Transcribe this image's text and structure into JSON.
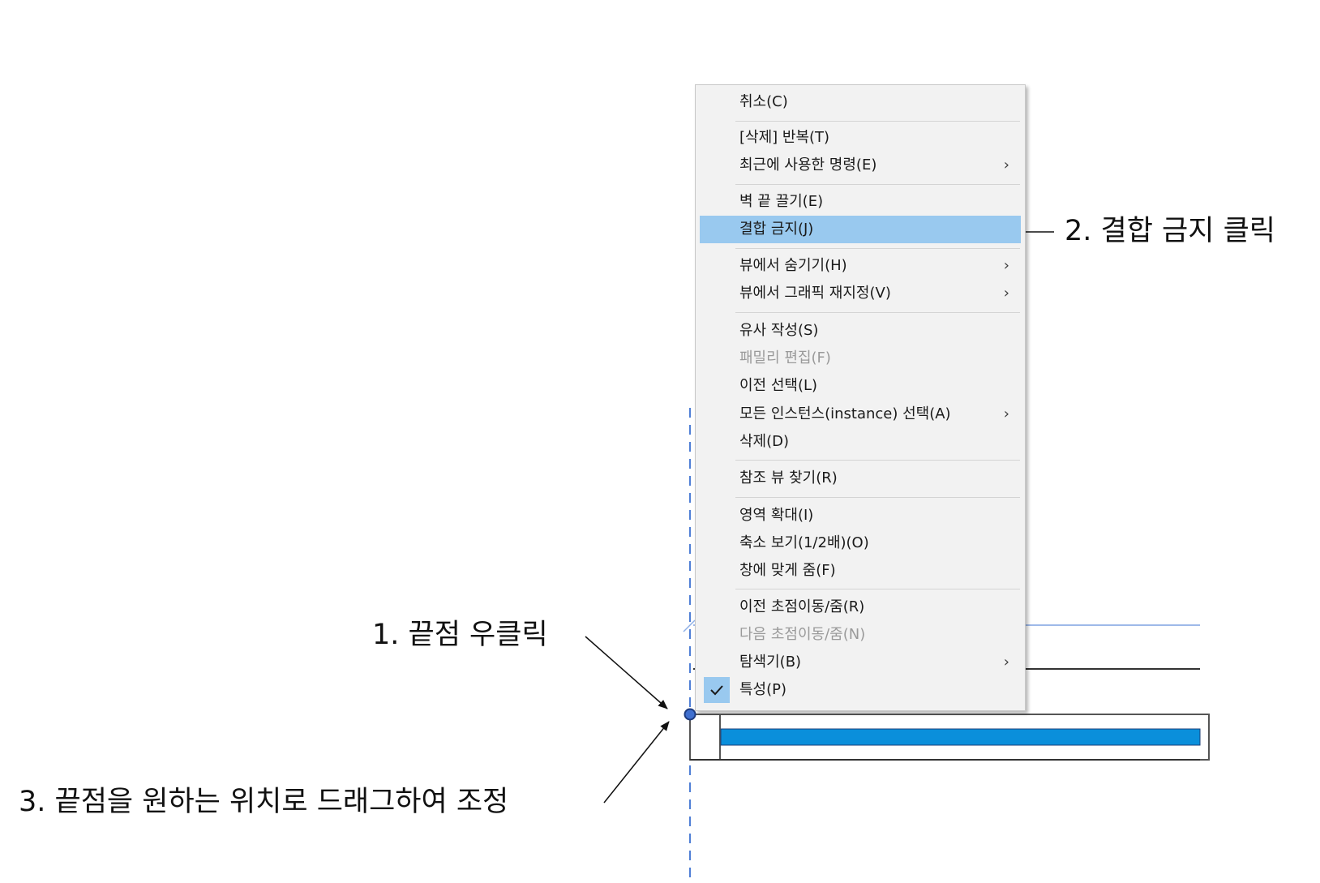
{
  "context_menu": {
    "items": [
      {
        "label": "취소(C)",
        "submenu": false,
        "disabled": false
      },
      {
        "label": "[삭제] 반복(T)",
        "submenu": false,
        "disabled": false
      },
      {
        "label": "최근에 사용한 명령(E)",
        "submenu": true,
        "disabled": false
      },
      {
        "label": "벽 끝 끌기(E)",
        "submenu": false,
        "disabled": false
      },
      {
        "label": "결합 금지(J)",
        "submenu": false,
        "disabled": false,
        "highlighted": true
      },
      {
        "label": "뷰에서 숨기기(H)",
        "submenu": true,
        "disabled": false
      },
      {
        "label": "뷰에서 그래픽 재지정(V)",
        "submenu": true,
        "disabled": false
      },
      {
        "label": "유사 작성(S)",
        "submenu": false,
        "disabled": false
      },
      {
        "label": "패밀리 편집(F)",
        "submenu": false,
        "disabled": true
      },
      {
        "label": "이전 선택(L)",
        "submenu": false,
        "disabled": false
      },
      {
        "label": "모든 인스턴스(instance) 선택(A)",
        "submenu": true,
        "disabled": false
      },
      {
        "label": "삭제(D)",
        "submenu": false,
        "disabled": false
      },
      {
        "label": "참조 뷰 찾기(R)",
        "submenu": false,
        "disabled": false
      },
      {
        "label": "영역 확대(I)",
        "submenu": false,
        "disabled": false
      },
      {
        "label": "축소 보기(1/2배)(O)",
        "submenu": false,
        "disabled": false
      },
      {
        "label": "창에 맞게 줌(F)",
        "submenu": false,
        "disabled": false
      },
      {
        "label": "이전 초점이동/줌(R)",
        "submenu": false,
        "disabled": false
      },
      {
        "label": "다음 초점이동/줌(N)",
        "submenu": false,
        "disabled": true
      },
      {
        "label": "탐색기(B)",
        "submenu": true,
        "disabled": false
      },
      {
        "label": "특성(P)",
        "submenu": false,
        "disabled": false,
        "checked": true
      }
    ],
    "submenu_glyph": "›",
    "highlight_color": "#99c9ef"
  },
  "annotations": {
    "step1": "1. 끝점 우클릭",
    "step2": "2. 결합 금지 클릭",
    "step3": "3. 끝점을 원하는 위치로 드래그하여 조정"
  },
  "colors": {
    "wall_fill": "#0a8fdb",
    "reference_line": "#4f7fd6",
    "endpoint": "#3f6fcf"
  },
  "icons": {
    "checked_item": "checkmark-icon",
    "submenu": "chevron-right-icon"
  }
}
